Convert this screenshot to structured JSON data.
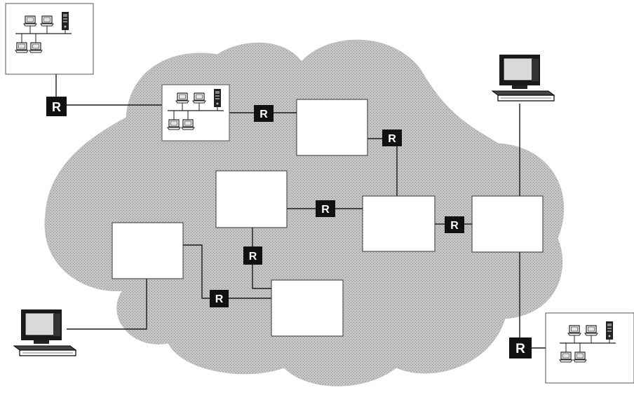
{
  "diagram": {
    "router_label": "R",
    "colors": {
      "cloud_fill": "#bdbdbd",
      "router_fill": "#111111",
      "router_text": "#ffffff",
      "node_fill": "#ffffff",
      "line": "#1a1a1a"
    },
    "routers": [
      {
        "id": "r-top-left",
        "label": "R"
      },
      {
        "id": "r-cloud-top",
        "label": "R"
      },
      {
        "id": "r-upper-right",
        "label": "R"
      },
      {
        "id": "r-center",
        "label": "R"
      },
      {
        "id": "r-right",
        "label": "R"
      },
      {
        "id": "r-center-lower",
        "label": "R"
      },
      {
        "id": "r-lower-left",
        "label": "R"
      },
      {
        "id": "r-bottom-right",
        "label": "R"
      }
    ],
    "networks": [
      {
        "id": "net-top-left",
        "kind": "lan-with-workstations-and-server"
      },
      {
        "id": "net-cloud-top",
        "kind": "lan-with-workstations-and-server"
      },
      {
        "id": "net-bottom-right",
        "kind": "lan-with-workstations-and-server"
      },
      {
        "id": "node-a",
        "kind": "blank-network-box"
      },
      {
        "id": "node-b",
        "kind": "blank-network-box"
      },
      {
        "id": "node-c",
        "kind": "blank-network-box"
      },
      {
        "id": "node-d",
        "kind": "blank-network-box"
      },
      {
        "id": "node-e",
        "kind": "blank-network-box"
      },
      {
        "id": "node-f",
        "kind": "blank-network-box"
      }
    ],
    "terminals": [
      {
        "id": "pc-top-right",
        "icon": "desktop-computer-icon"
      },
      {
        "id": "pc-bottom-left",
        "icon": "desktop-computer-icon"
      }
    ]
  }
}
